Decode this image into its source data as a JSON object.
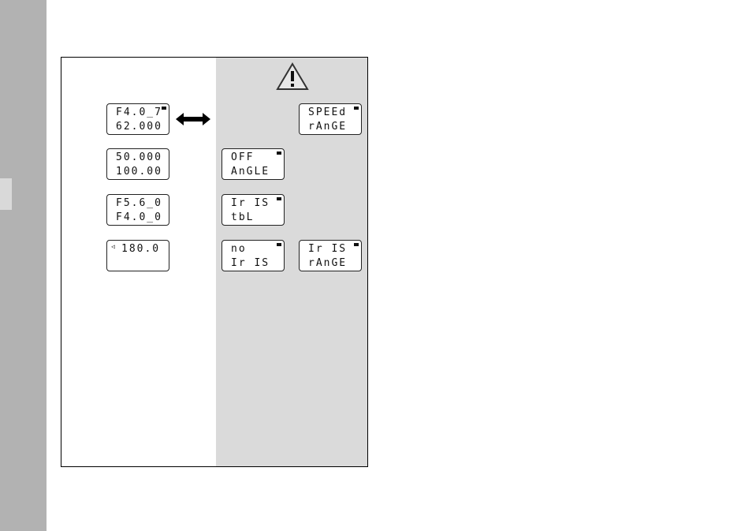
{
  "page": {
    "icon_names": [
      "double-arrow-icon",
      "warning-icon"
    ]
  },
  "lcds": {
    "left1": {
      "line1": "F4.0_7",
      "line2": "62.000"
    },
    "left2": {
      "line1": "50.000",
      "line2": "100.00"
    },
    "left3": {
      "line1": "F5.6_0",
      "line2": "F4.0_0"
    },
    "left4": {
      "symbol": "◁",
      "line1": "180.0",
      "line2": ""
    },
    "right_speed": {
      "line1": "SPEEd",
      "line2": "rAnGE"
    },
    "mid_off": {
      "line1": "OFF",
      "line2": "AnGLE"
    },
    "mid_iris_tbl": {
      "line1": "Ir IS",
      "line2": "tbL"
    },
    "mid_no_iris": {
      "line1": "no",
      "line2": "Ir IS"
    },
    "right_iris_range": {
      "line1": "Ir IS",
      "line2": "rAnGE"
    }
  }
}
